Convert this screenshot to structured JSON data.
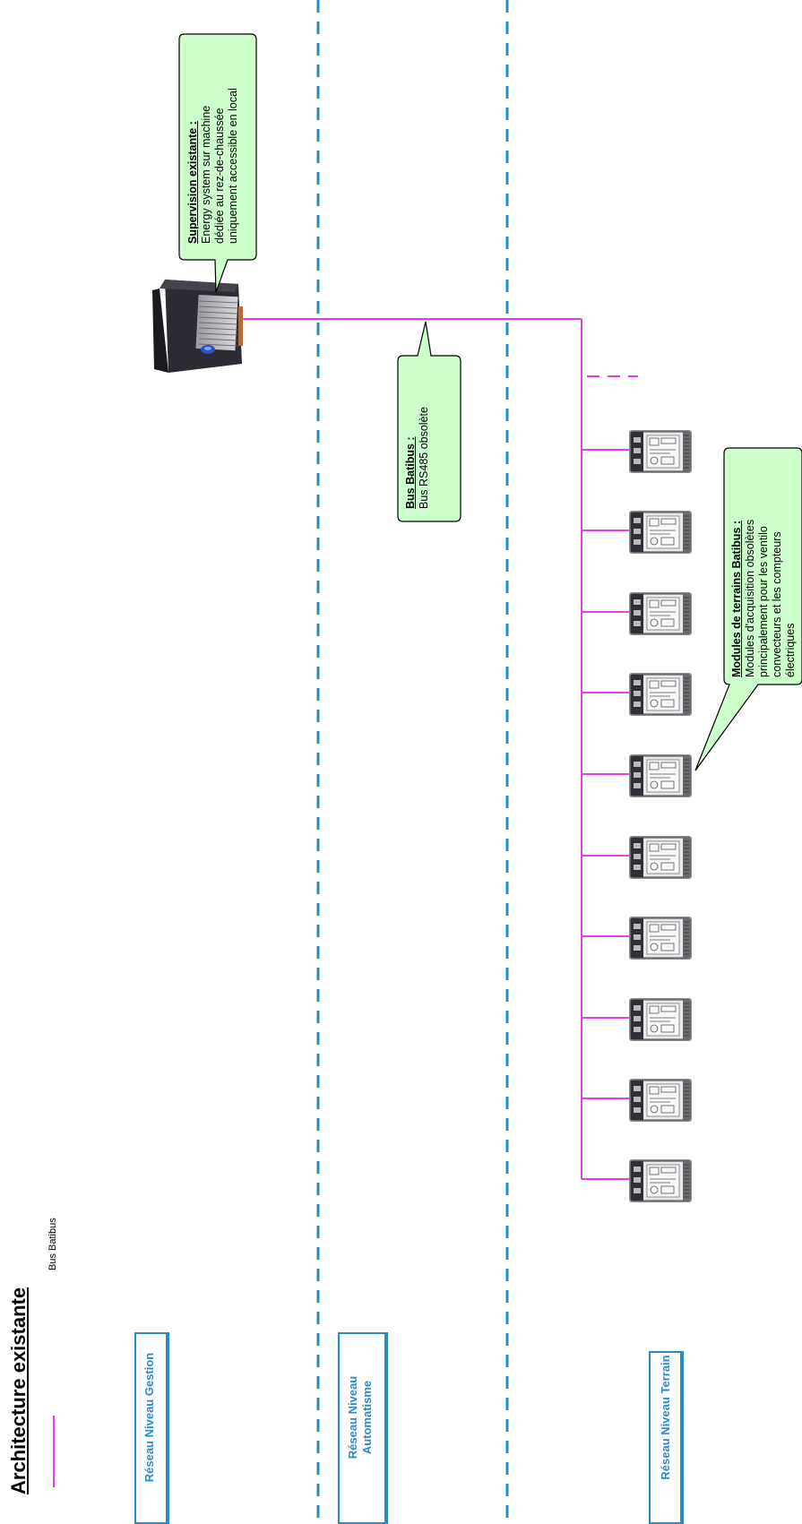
{
  "title": "Architecture existante",
  "legend": {
    "label": "Bus Batibus",
    "color": "#e040e8"
  },
  "zones": {
    "gestion": "Réseau Niveau Gestion",
    "automatisme_line1": "Réseau Niveau",
    "automatisme_line2": "Automatisme",
    "terrain": "Réseau Niveau Terrain"
  },
  "callouts": {
    "supervision": {
      "heading": "Supervision existante :",
      "lines": [
        "Energy system sur machine",
        "dédiée au rez-de-chaussée",
        "uniquement accessible en local"
      ]
    },
    "bus": {
      "heading": "Bus Batibus :",
      "lines": [
        "Bus RS485 obsolète"
      ]
    },
    "modules": {
      "heading": "Modules de terrains Batibus :",
      "lines": [
        "Modules d'acquisition obsolètes",
        "principalement pour les ventilo",
        "convecteurs et les compteurs",
        "électriques"
      ]
    }
  },
  "colors": {
    "zone_blue": "#2a8ac8",
    "bus_magenta": "#e040e8",
    "callout_fill": "#ccffcc",
    "server_dark": "#2b2b33"
  },
  "icons": {
    "server": "server-tower-icon",
    "module": "batibus-module-icon"
  }
}
